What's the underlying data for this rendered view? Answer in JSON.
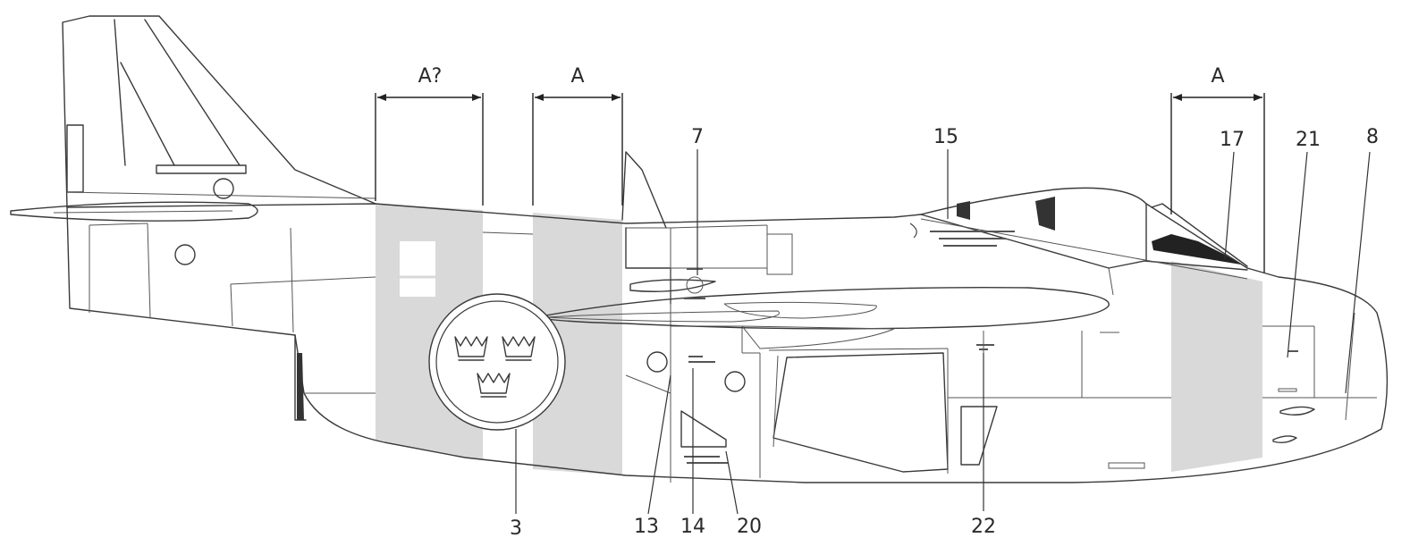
{
  "dimension_labels": {
    "aft_band_1": "A?",
    "aft_band_2": "A",
    "nose_band": "A"
  },
  "callouts": {
    "c3": "3",
    "c7": "7",
    "c8": "8",
    "c13": "13",
    "c14": "14",
    "c15": "15",
    "c17": "17",
    "c20": "20",
    "c21": "21",
    "c22": "22"
  },
  "colors": {
    "outline": "#3a3a3a",
    "band_fill": "#d9d9d9",
    "background": "#ffffff"
  },
  "insignia": {
    "type": "three-crowns-roundel",
    "crown_count": 3
  }
}
